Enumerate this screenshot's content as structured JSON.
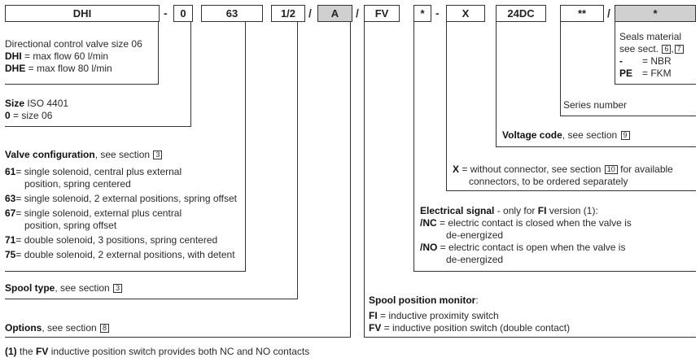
{
  "codes": {
    "dhi": "DHI",
    "dash1": "-",
    "zero": "0",
    "sixtythree": "63",
    "half": "1/2",
    "slash1": "/",
    "a": "A",
    "slash2": "/",
    "fv": "FV",
    "star1": "*",
    "dash2": "-",
    "x": "X",
    "dc": "24DC",
    "star2": "**",
    "slash3": "/",
    "star3": "*"
  },
  "dhi": {
    "line1": "Directional control valve size 06",
    "dhi_code": "DHI",
    "dhi_desc": " = max flow 60 l/min",
    "dhe_code": "DHE",
    "dhe_desc": " = max flow 80 l/min"
  },
  "size": {
    "label": "Size",
    "iso": " ISO 4401",
    "zero_code": "0",
    "zero_desc": " = size 06"
  },
  "valve": {
    "label": "Valve configuration",
    "see": ", see section ",
    "sec": "3",
    "items": [
      {
        "code": "61",
        "lines": [
          "= single solenoid, central plus external",
          "position, spring centered"
        ]
      },
      {
        "code": "63",
        "lines": [
          "= single solenoid, 2 external positions, spring offset"
        ]
      },
      {
        "code": "67",
        "lines": [
          "= single solenoid, external plus central",
          "position, spring offset"
        ]
      },
      {
        "code": "71",
        "lines": [
          "= double solenoid, 3 positions, spring centered"
        ]
      },
      {
        "code": "75",
        "lines": [
          "= double solenoid, 2 external positions, with detent"
        ]
      }
    ]
  },
  "spool_type": {
    "label": "Spool type",
    "see": ", see section ",
    "sec": "3"
  },
  "options": {
    "label": "Options",
    "see": ", see section ",
    "sec": "8"
  },
  "footnote": {
    "num": "(1)",
    "pre": " the ",
    "fv": "FV",
    "rest": " inductive position switch provides both NC and NO contacts"
  },
  "spool_monitor": {
    "label": "Spool position monitor",
    "colon": ":",
    "fi_code": "FI",
    "fi_desc": "  = inductive proximity switch",
    "fv_code": "FV",
    "fv_desc": " = inductive position switch (double contact)"
  },
  "electrical": {
    "label": "Electrical signal",
    "mid": " - only for ",
    "fi": "FI",
    "tail": " version (1):",
    "nc_code": "/NC",
    "nc_line1": " = electric contact is closed when the valve is",
    "nc_line2": "de-energized",
    "no_code": "/NO",
    "no_line1": " = electric contact is open when the valve is",
    "no_line2": "de-energized"
  },
  "connector": {
    "code": "X",
    "line1a": " = without connector, see section ",
    "sec": "10",
    "line1b": " for available",
    "line2": "connectors, to be ordered separately"
  },
  "voltage": {
    "label": "Voltage code",
    "see": ", see section ",
    "sec": "9"
  },
  "series": {
    "label": "Series number"
  },
  "seals": {
    "line1": "Seals material",
    "line2": "see sect. ",
    "sec1": "6",
    "comma": ",",
    "sec2": "7",
    "nbr_code": "-",
    "nbr_desc": "= NBR",
    "pe_code": "PE",
    "pe_desc": "= FKM"
  }
}
